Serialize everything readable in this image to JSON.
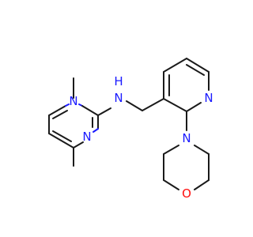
{
  "molecule": {
    "atom_labels": {
      "pyrimidine_n_top": "N",
      "pyrimidine_n_bottom": "N",
      "amine_n": "N",
      "amine_h": "H",
      "pyridine_n": "N",
      "morpholine_n": "N",
      "morpholine_o": "O"
    },
    "colors": {
      "bond": "#1a1a1a",
      "nitrogen": "#1a1aff",
      "oxygen": "#ff0d0d",
      "background": "#ffffff"
    }
  }
}
